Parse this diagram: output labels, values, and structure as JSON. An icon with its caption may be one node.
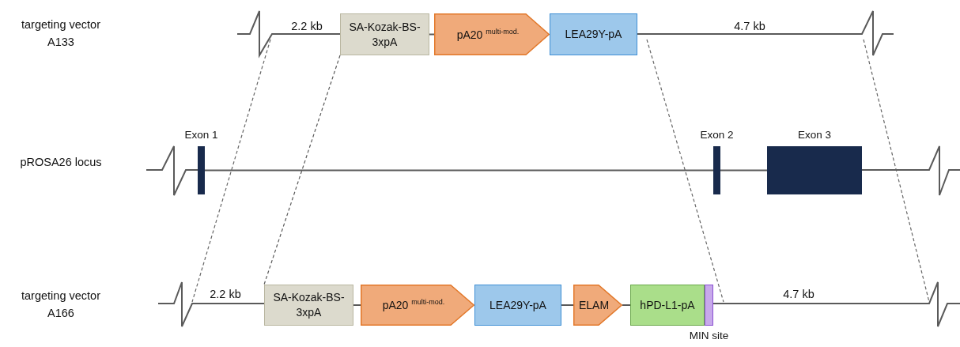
{
  "diagram": {
    "nodes": [
      {
        "text": [
          "SA-Kozak-BS-3xpA"
        ]
      },
      {
        "text": [
          "pA20 $^{multi-mod.}$"
        ]
      },
      {
        "text": [
          "LEA29Y-pA"
        ]
      },
      {
        "text": [
          "Exon 1"
        ]
      },
      {
        "text": [
          "Exon 2"
        ]
      },
      {
        "text": [
          "Exon 3"
        ]
      },
      {
        "text": [
          "SA-Kozak-BS-3xpA"
        ]
      },
      {
        "text": [
          "pA20 $^{multi-mod.}$"
        ]
      },
      {
        "text": [
          "LEA29Y-pA"
        ]
      },
      {
        "text": [
          "ELAM"
        ]
      },
      {
        "text": [
          "hPD-L1-pA"
        ]
      },
      {
        "text": [
          "MIN site"
        ]
      }
    ],
    "edges": [
      {
        "from": 0,
        "to": 1,
        "arrow": "none"
      },
      {
        "from": 0,
        "to": 6,
        "arrow": "none",
        "style": "dashed"
      },
      {
        "from": 3,
        "to": 4,
        "arrow": "none"
      },
      {
        "from": 4,
        "to": 5,
        "arrow": "none"
      },
      {
        "from": 6,
        "to": 7,
        "arrow": "none"
      },
      {
        "from": 8,
        "to": 9,
        "arrow": "none"
      },
      {
        "from": 9,
        "to": 10,
        "arrow": "none"
      }
    ],
    "labels": [
      "targeting vector A133",
      "2.2 kb",
      "4.7 kb",
      "pROSA26 locus",
      "targeting vector A166",
      "2.2 kb",
      "4.7 kb"
    ]
  }
}
